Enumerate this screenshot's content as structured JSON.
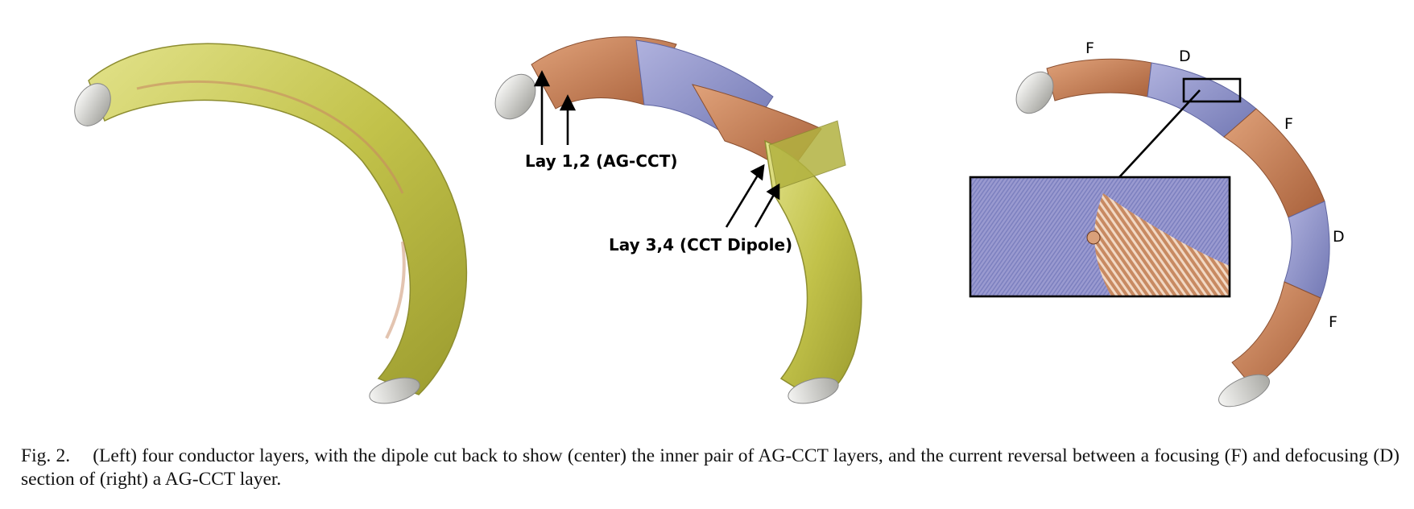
{
  "figure": {
    "annotations": {
      "lay12": "Lay 1,2 (AG-CCT)",
      "lay34": "Lay 3,4 (CCT Dipole)",
      "sections": [
        "F",
        "D",
        "F",
        "D",
        "F"
      ]
    },
    "colors": {
      "dipole_yellow": "#c2c24a",
      "focusing_copper": "#c07a52",
      "defocusing_lavender": "#8a8ec4",
      "pipe_gray": "#d9d9d6"
    },
    "icons": [
      "arrow-icon",
      "inset-zoom-box"
    ]
  },
  "caption": {
    "number": "Fig. 2.",
    "text": "(Left) four conductor layers, with the dipole cut back to show (center) the inner pair of AG-CCT layers, and the current reversal between a focusing (F) and defocusing (D) section of (right) a AG-CCT layer."
  }
}
